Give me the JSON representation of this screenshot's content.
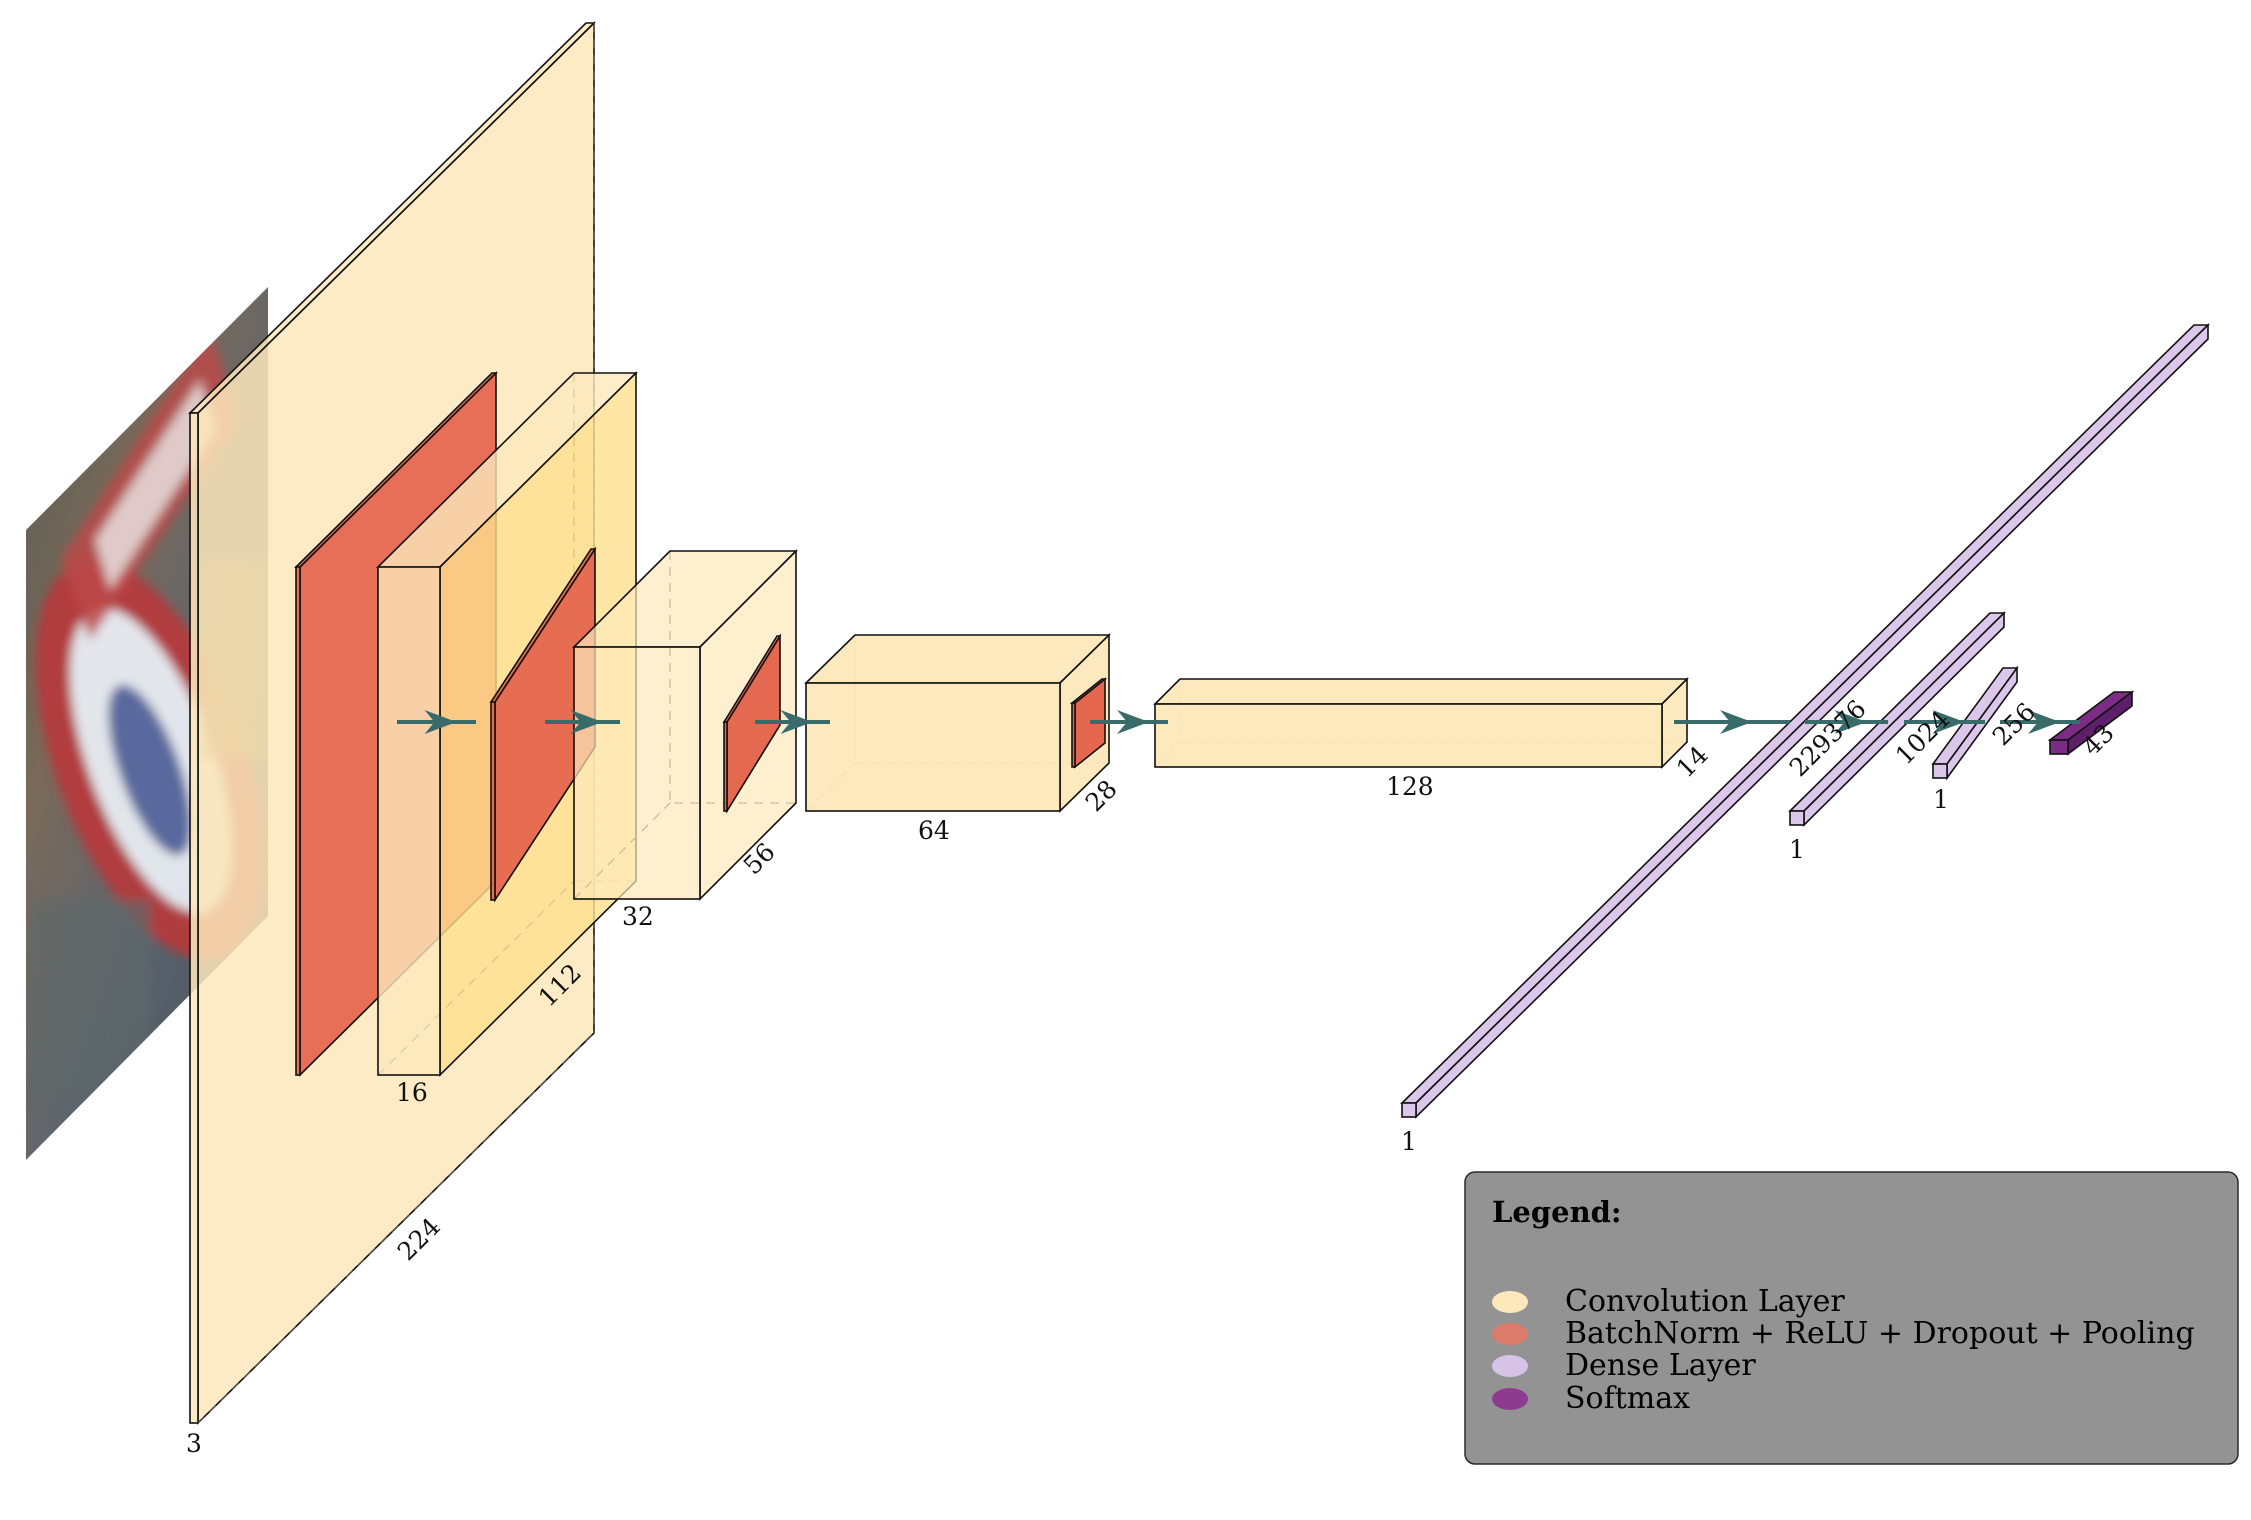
{
  "colors": {
    "conv": "#fde8bb",
    "conv_dark": "#ffe08e",
    "bn": "#e4604a",
    "bn_light": "#e86b56",
    "dense": "#dcc6ea",
    "softmax": "#7b2d86",
    "arrow": "#3a6b6b",
    "legend_bg": "#939393"
  },
  "input_image": {
    "icon": "traffic-sign-input-image"
  },
  "layers": {
    "conv1": {
      "depth_label": "3",
      "size_label": "224"
    },
    "conv2": {
      "depth_label": "16",
      "size_label": "112"
    },
    "conv3": {
      "depth_label": "32",
      "size_label": "56"
    },
    "conv4": {
      "depth_label": "64",
      "size_label": "28"
    },
    "conv5": {
      "depth_label": "128",
      "size_label": "14"
    },
    "dense1": {
      "width_label": "1",
      "size_label": "229376"
    },
    "dense2": {
      "width_label": "1",
      "size_label": "1024"
    },
    "dense3": {
      "width_label": "1",
      "size_label": "256"
    },
    "softmax": {
      "size_label": "43"
    }
  },
  "legend": {
    "title": "Legend:",
    "items": [
      {
        "label": "Convolution Layer",
        "color": "#fde8bb"
      },
      {
        "label": "BatchNorm + ReLU + Dropout + Pooling",
        "color": "#dd7b6a"
      },
      {
        "label": "Dense Layer",
        "color": "#d6c3e6"
      },
      {
        "label": "Softmax",
        "color": "#8e3a8f"
      }
    ]
  }
}
